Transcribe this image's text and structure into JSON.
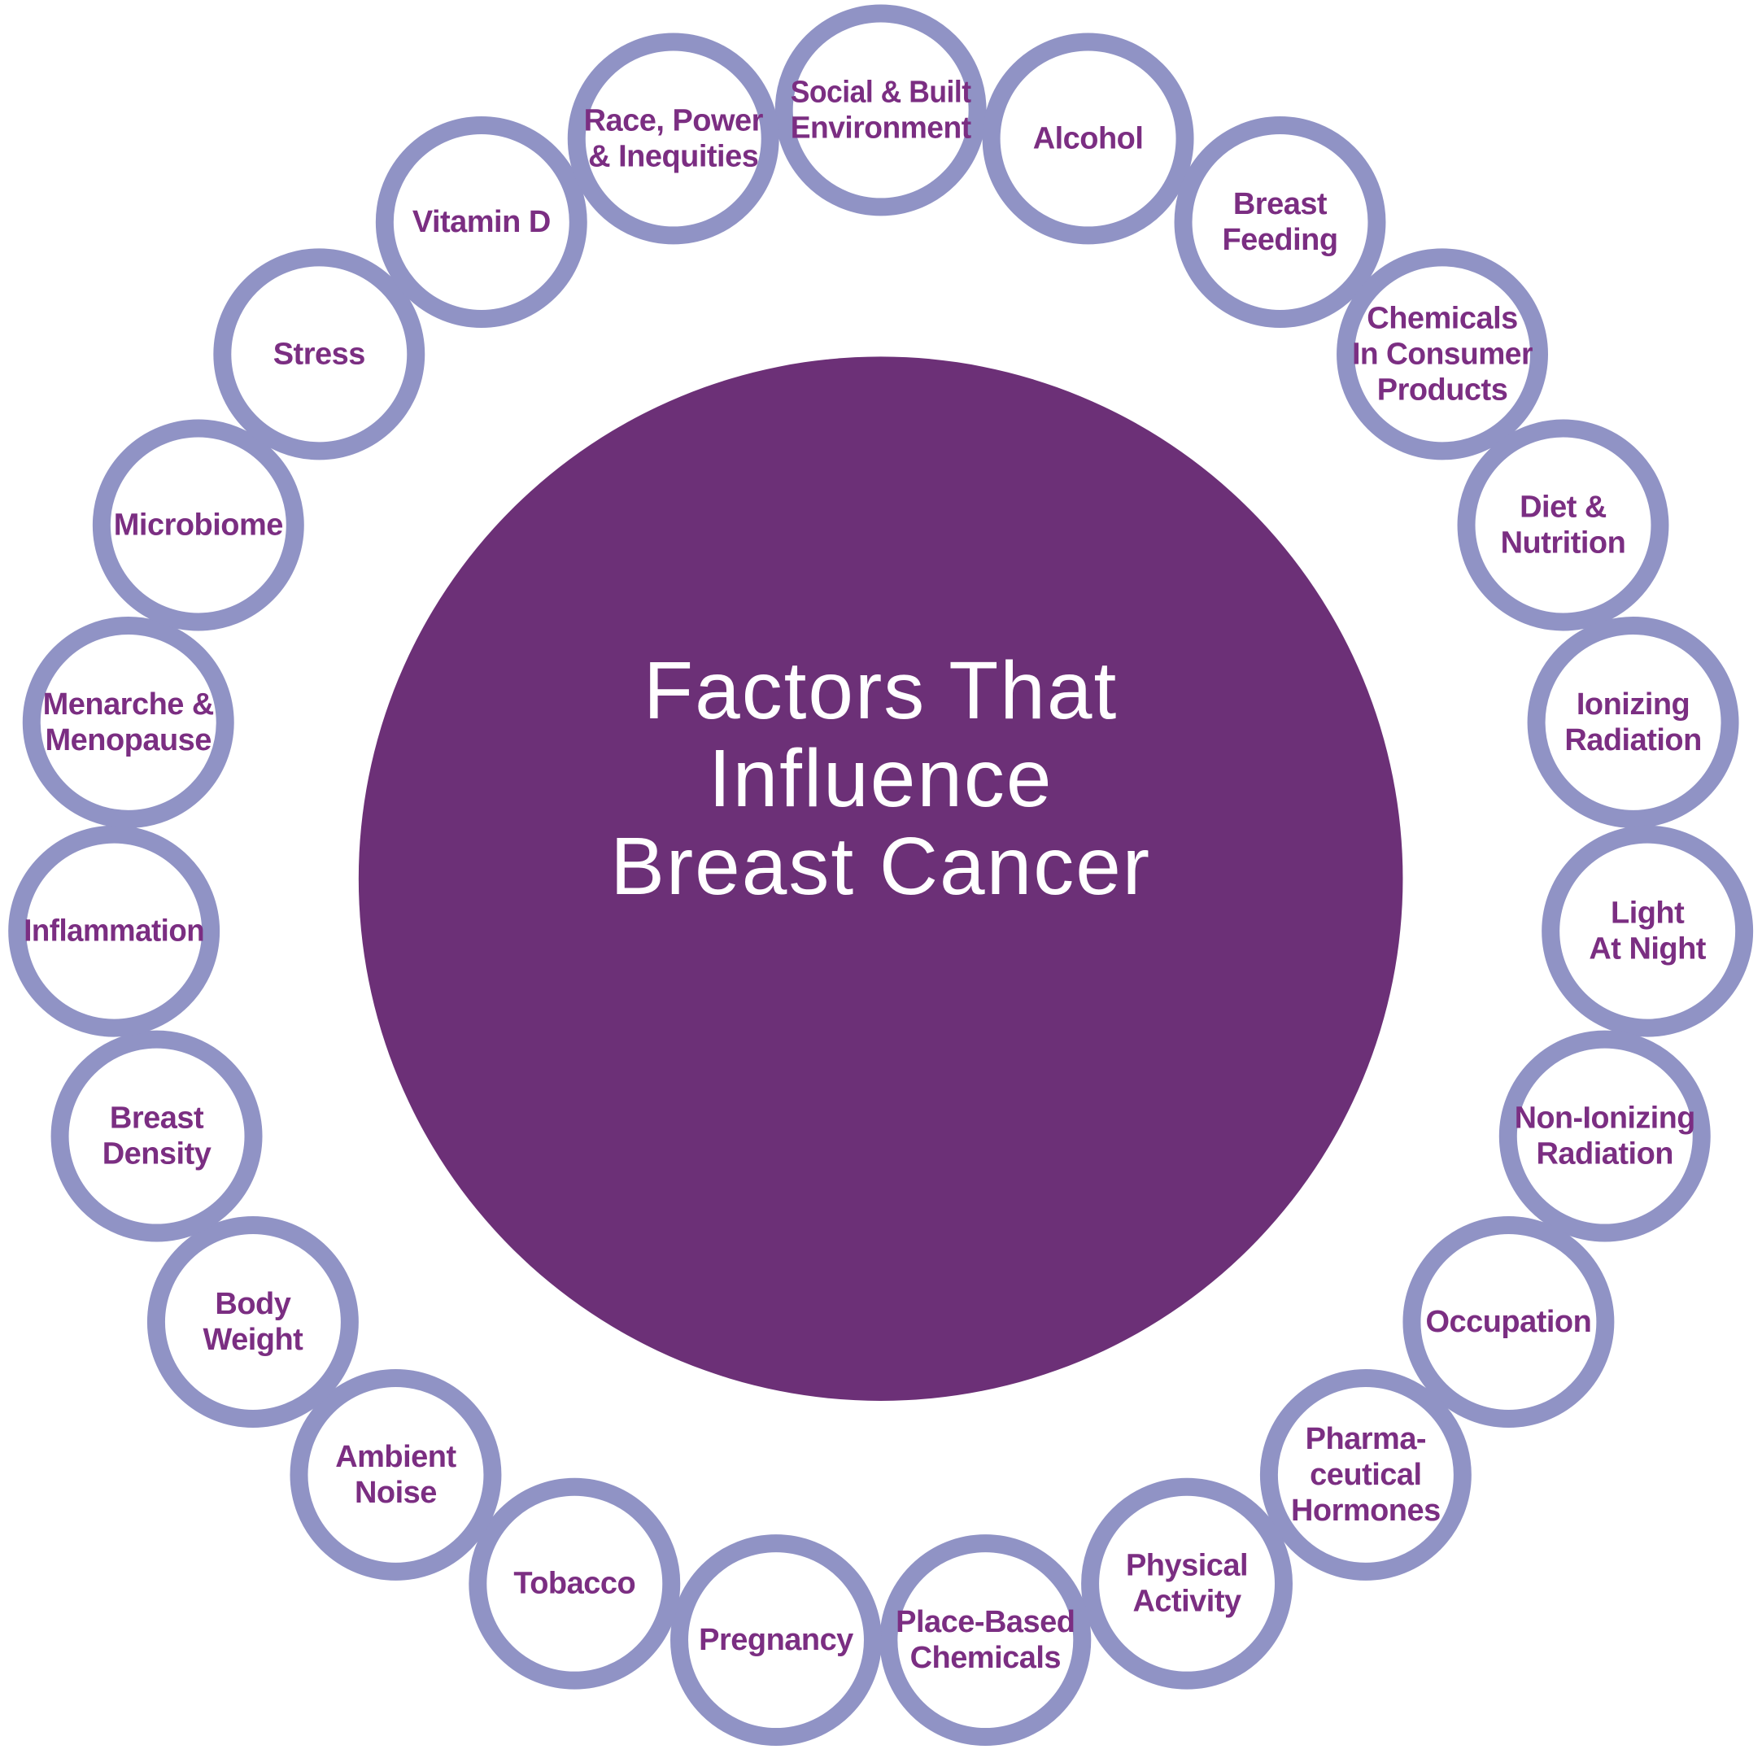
{
  "page": {
    "background_color": "#FFFFFF"
  },
  "center": {
    "title": "Factors That Influence Breast Cancer",
    "lines": [
      "Factors That",
      "Influence",
      "Breast Cancer"
    ],
    "fill_color": "#6C3077",
    "text_color": "#FFFFFF"
  },
  "ring": {
    "outline_color": "#9093C5",
    "label_color": "#7B2E82",
    "factors": [
      {
        "label": "Social & Built Environment",
        "lines": [
          "Social & Built",
          "Environment"
        ]
      },
      {
        "label": "Alcohol",
        "lines": [
          "Alcohol"
        ]
      },
      {
        "label": "Breast Feeding",
        "lines": [
          "Breast",
          "Feeding"
        ]
      },
      {
        "label": "Chemicals In Consumer Products",
        "lines": [
          "Chemicals",
          "In Consumer",
          "Products"
        ]
      },
      {
        "label": "Diet & Nutrition",
        "lines": [
          "Diet &",
          "Nutrition"
        ]
      },
      {
        "label": "Ionizing Radiation",
        "lines": [
          "Ionizing",
          "Radiation"
        ]
      },
      {
        "label": "Light At Night",
        "lines": [
          "Light",
          "At Night"
        ]
      },
      {
        "label": "Non-Ionizing Radiation",
        "lines": [
          "Non-Ionizing",
          "Radiation"
        ]
      },
      {
        "label": "Occupation",
        "lines": [
          "Occupation"
        ]
      },
      {
        "label": "Pharmaceutical Hormones",
        "lines": [
          "Pharma-",
          "ceutical",
          "Hormones"
        ]
      },
      {
        "label": "Physical Activity",
        "lines": [
          "Physical",
          "Activity"
        ]
      },
      {
        "label": "Place-Based Chemicals",
        "lines": [
          "Place-Based",
          "Chemicals"
        ]
      },
      {
        "label": "Pregnancy",
        "lines": [
          "Pregnancy"
        ]
      },
      {
        "label": "Tobacco",
        "lines": [
          "Tobacco"
        ]
      },
      {
        "label": "Ambient Noise",
        "lines": [
          "Ambient",
          "Noise"
        ]
      },
      {
        "label": "Body Weight",
        "lines": [
          "Body",
          "Weight"
        ]
      },
      {
        "label": "Breast Density",
        "lines": [
          "Breast",
          "Density"
        ]
      },
      {
        "label": "Inflammation",
        "lines": [
          "Inflammation"
        ]
      },
      {
        "label": "Menarche & Menopause",
        "lines": [
          "Menarche &",
          "Menopause"
        ]
      },
      {
        "label": "Microbiome",
        "lines": [
          "Microbiome"
        ]
      },
      {
        "label": "Stress",
        "lines": [
          "Stress"
        ]
      },
      {
        "label": "Vitamin D",
        "lines": [
          "Vitamin D"
        ]
      },
      {
        "label": "Race, Power & Inequities",
        "lines": [
          "Race, Power",
          "& Inequities"
        ]
      }
    ]
  }
}
